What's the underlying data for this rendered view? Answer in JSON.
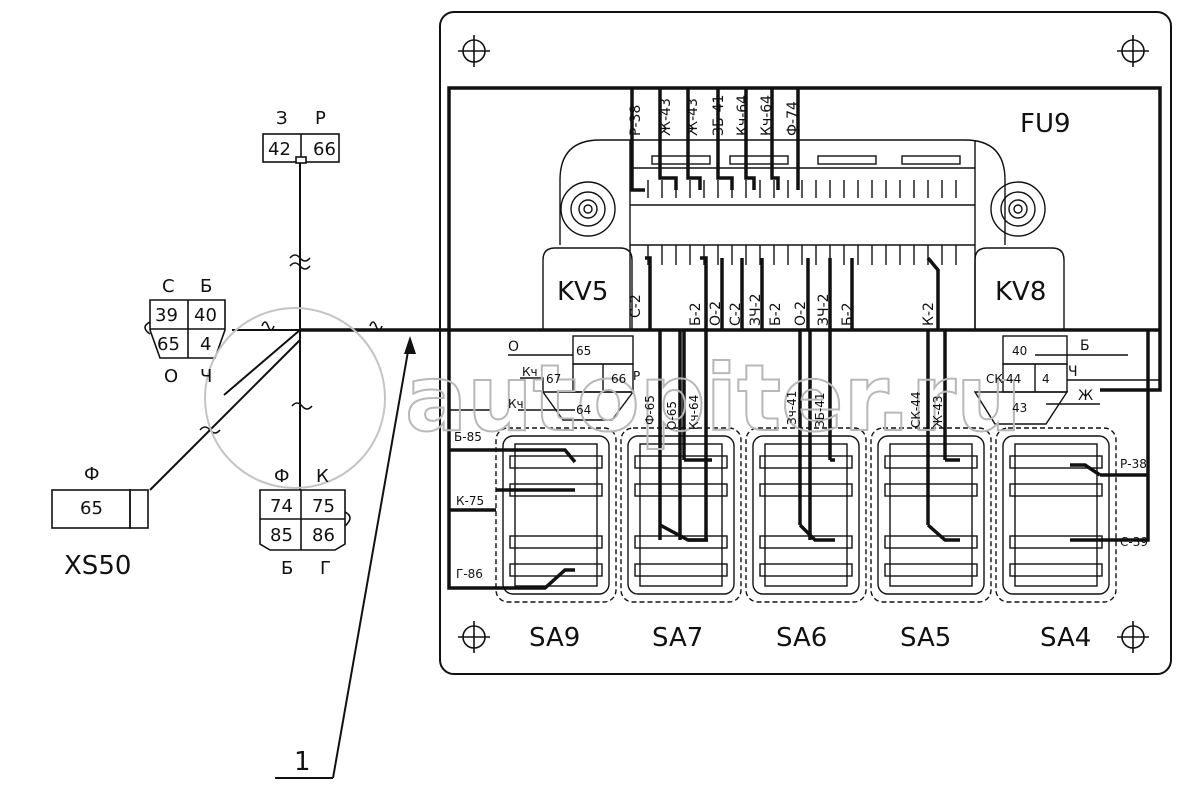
{
  "panel": {
    "fuse_block_label": "FU9",
    "relay_left_label": "KV5",
    "relay_right_label": "KV8",
    "fuse_top_wires": [
      "Р-38",
      "Ж-43",
      "Ж-43",
      "ЗБ-41",
      "Кч-64",
      "Кч-64",
      "Ф-74"
    ],
    "fuse_bottom_wires": [
      "Б-2",
      "О-2",
      "С-2",
      "ЗЧ-2",
      "Б-2",
      "О-2",
      "ЗЧ-2",
      "Б-2",
      "К-2"
    ],
    "kv5_side_wire": "С-2",
    "switches": [
      "SA9",
      "SA7",
      "SA6",
      "SA5",
      "SA4"
    ],
    "kv5_pins": [
      "65",
      "67",
      "66",
      "64"
    ],
    "kv5_pin_suffix": "Р",
    "kv5_wires": [
      "О",
      "Кч",
      "Кч"
    ],
    "kv8_pins": [
      "40",
      "44",
      "4",
      "43"
    ],
    "kv8_wires": [
      "Б",
      "СК",
      "Ч",
      "Ж"
    ],
    "sa9_wires": [
      "Б-85",
      "К-75",
      "Г-86"
    ],
    "sa7_wires": [
      "Ф-65",
      "О-65",
      "Кч-64"
    ],
    "sa6_wires": [
      "Зч-41",
      "ЗБ-41"
    ],
    "sa5_wires": [
      "СК-44",
      "Ж-43"
    ],
    "sa4_wires": [
      "Р-38",
      "С-39"
    ]
  },
  "connectors": {
    "top": {
      "colors": [
        "З",
        "Р"
      ],
      "pins": [
        "42",
        "66"
      ]
    },
    "left": {
      "colors_top": [
        "С",
        "Б"
      ],
      "pins": [
        "39",
        "40",
        "65",
        "4"
      ],
      "colors_bottom": [
        "О",
        "Ч"
      ]
    },
    "bottom": {
      "colors_top": [
        "Ф",
        "К"
      ],
      "pins": [
        "74",
        "75",
        "85",
        "86"
      ],
      "colors_bottom": [
        "Б",
        "Г"
      ]
    },
    "xs50": {
      "color": "Ф",
      "pin": "65",
      "label": "XS50"
    }
  },
  "callout": "1",
  "watermark": "autopiter.ru"
}
